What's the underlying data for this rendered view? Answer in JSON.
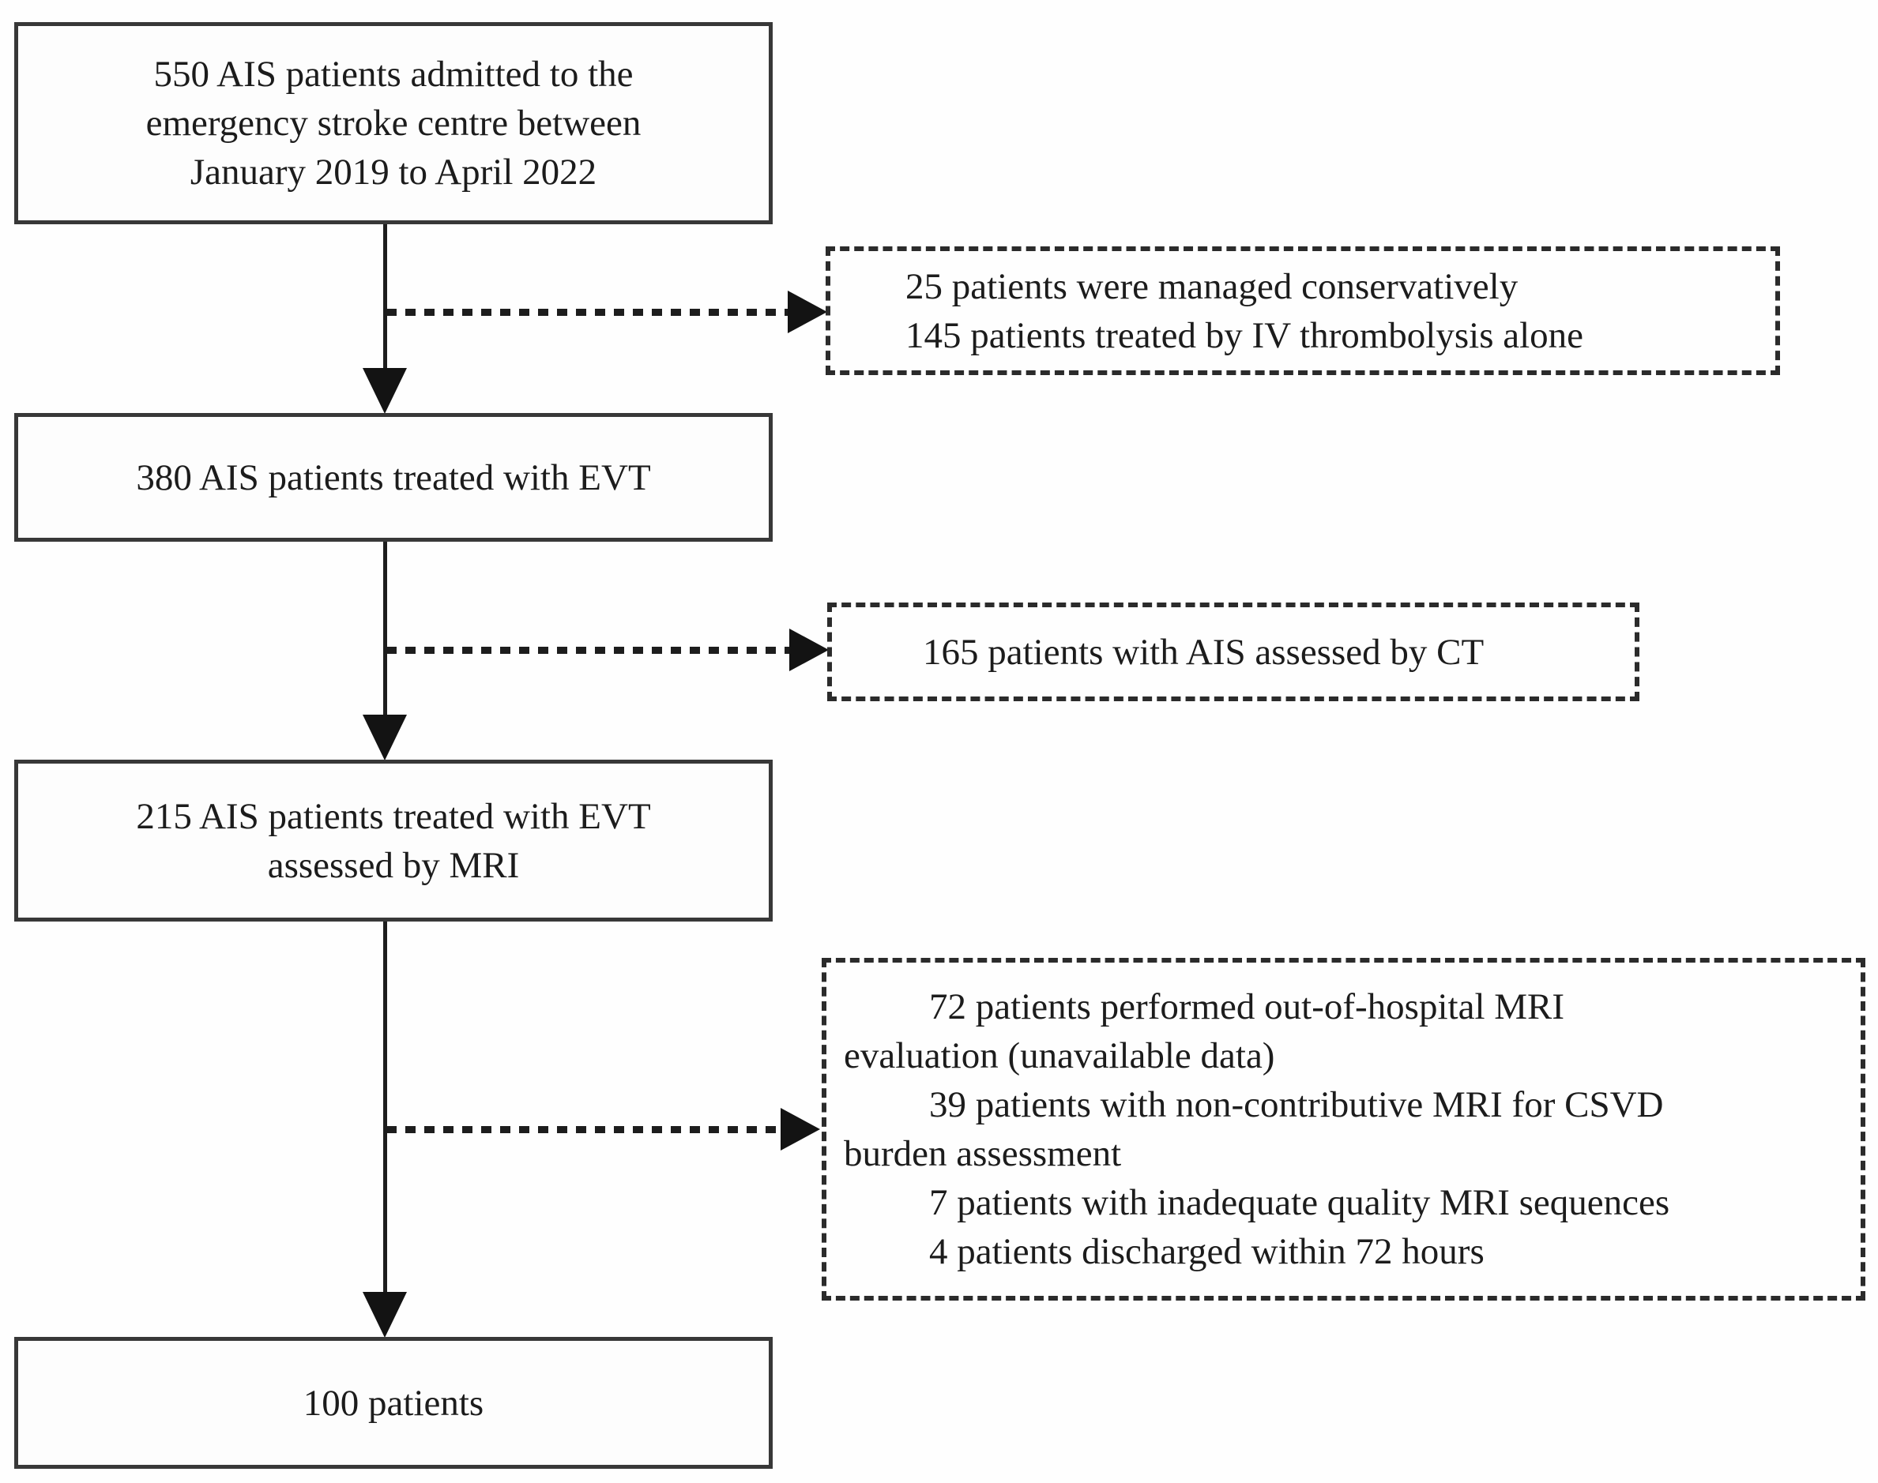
{
  "diagram_type": "patient-flow-chart",
  "main_boxes": {
    "box1": {
      "lines": [
        "550 AIS patients admitted to the",
        "emergency stroke centre between",
        "January 2019 to April 2022"
      ]
    },
    "box2": {
      "lines": [
        "380 AIS patients treated with EVT"
      ]
    },
    "box3": {
      "lines": [
        "215 AIS patients treated with EVT",
        "assessed by MRI"
      ]
    },
    "box4": {
      "lines": [
        "100 patients"
      ]
    }
  },
  "exclusion_boxes": {
    "excl1": {
      "lines": [
        "25 patients were managed conservatively",
        "145 patients treated by IV thrombolysis alone"
      ]
    },
    "excl2": {
      "lines": [
        "165 patients with AIS assessed by CT"
      ]
    },
    "excl3": {
      "lines": [
        "72 patients performed out-of-hospital MRI",
        "evaluation (unavailable data)",
        "39 patients with non-contributive MRI for CSVD",
        "burden assessment",
        "7 patients with inadequate quality MRI sequences",
        "4 patients discharged within 72 hours"
      ]
    }
  },
  "colors": {
    "line": "#1d1d1d",
    "box_border": "#383838",
    "dashed_border": "#2b2b2b",
    "text": "#1c1c1c",
    "background": "#fefefe"
  }
}
